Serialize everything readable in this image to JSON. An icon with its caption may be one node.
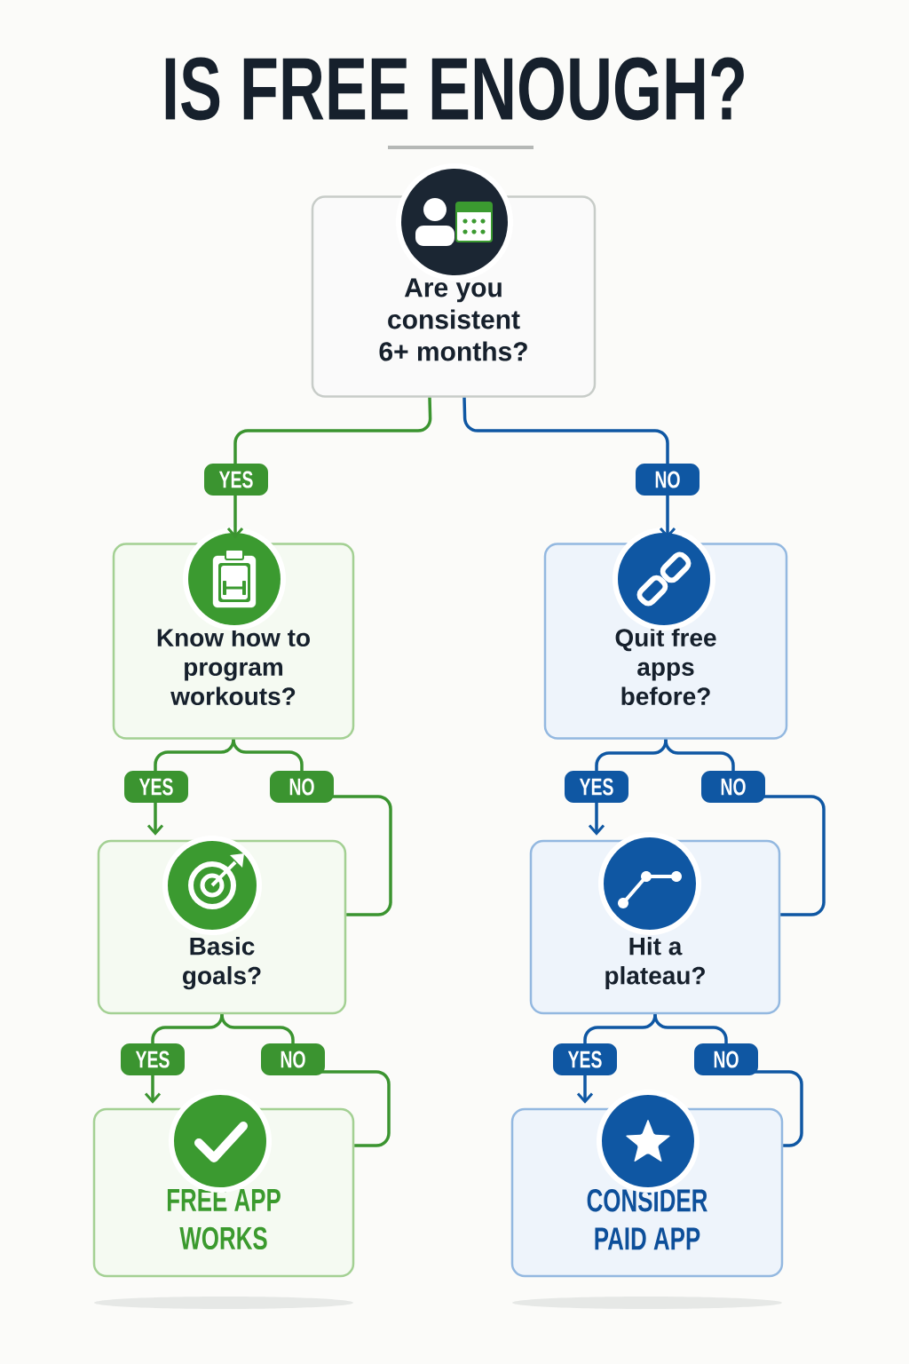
{
  "diagram": {
    "title": "IS FREE ENOUGH?",
    "nodes": [
      {
        "text": [
          "Are you consistent 6+ months?"
        ]
      },
      {
        "text": [
          "Know how to program workouts?"
        ]
      },
      {
        "text": [
          "Quit free apps before?"
        ]
      },
      {
        "text": [
          "Basic goals?"
        ]
      },
      {
        "text": [
          "Hit a plateau?"
        ]
      },
      {
        "text": [
          "FREE APP WORKS"
        ]
      },
      {
        "text": [
          "CONSIDER PAID APP"
        ]
      }
    ],
    "edges": [
      {
        "from": 0,
        "to": 1,
        "arrow": "to",
        "label": "YES",
        "color": "#3b9430"
      },
      {
        "from": 0,
        "to": 2,
        "arrow": "to",
        "label": "NO",
        "color": "#0f57a3"
      },
      {
        "from": 1,
        "to": 3,
        "arrow": "to",
        "label": "YES",
        "color": "#3b9430"
      },
      {
        "from": 1,
        "to": 3,
        "arrow": "none",
        "label": "NO",
        "color": "#3b9430"
      },
      {
        "from": 2,
        "to": 4,
        "arrow": "to",
        "label": "YES",
        "color": "#0f57a3"
      },
      {
        "from": 2,
        "to": 4,
        "arrow": "none",
        "label": "NO",
        "color": "#0f57a3"
      },
      {
        "from": 3,
        "to": 5,
        "arrow": "to",
        "label": "YES",
        "color": "#3b9430"
      },
      {
        "from": 3,
        "to": 5,
        "arrow": "none",
        "label": "NO",
        "color": "#3b9430"
      },
      {
        "from": 4,
        "to": 6,
        "arrow": "to",
        "label": "YES",
        "color": "#0f57a3"
      },
      {
        "from": 4,
        "to": 6,
        "arrow": "none",
        "label": "NO",
        "color": "#0f57a3"
      }
    ]
  }
}
